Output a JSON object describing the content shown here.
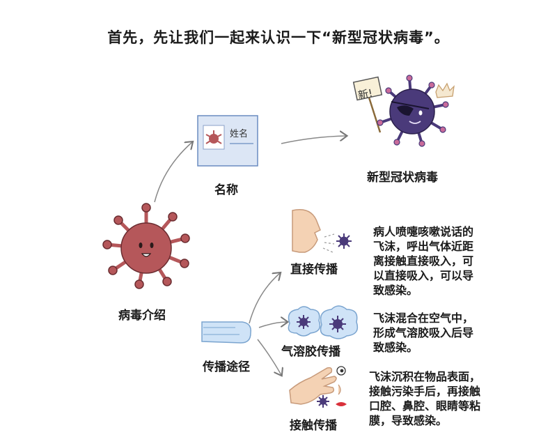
{
  "title": "首先，先让我们一起来认识一下“新型冠状病毒”。",
  "id_card": {
    "name_text": "姓名"
  },
  "sign": {
    "text": "新!"
  },
  "labels": {
    "name": "名称",
    "virus_name": "新型冠状病毒",
    "virus_intro": "病毒介绍",
    "routes": "传播途径",
    "direct": "直接传播",
    "aerosol": "气溶胶传播",
    "contact": "接触传播"
  },
  "descriptions": {
    "direct": "病人喷嚏咳嗽说话的\n飞沫，呼出气体近距\n离接触直接吸入，可\n以直接吸入，可以导\n致感染。",
    "aerosol": "飞沫混合在空气中，\n形成气溶胶吸入后导\n致感染。",
    "contact": "飞沫沉积在物品表面，\n接触污染手后，再接触\n口腔、鼻腔、眼睛等粘\n膜，导致感染。"
  },
  "colors": {
    "virus_red": "#b5575a",
    "virus_purple": "#4a3a7a",
    "card_blue": "#dce6f5",
    "cloud_blue": "#cfe3f7",
    "skin": "#f4d2b4"
  },
  "icons": [
    "virus-icon",
    "id-card-icon",
    "crowned-virus-icon",
    "face-profile-icon",
    "aerosol-cloud-icon",
    "hand-icon",
    "wind-cloud-icon"
  ]
}
